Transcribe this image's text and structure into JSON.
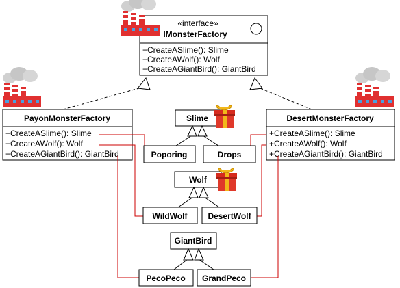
{
  "interface": {
    "stereotype": "«interface»",
    "name": "IMonsterFactory",
    "methods": [
      "+CreateASlime(): Slime",
      "+CreateAWolf(): Wolf",
      "+CreateAGiantBird(): GiantBird"
    ]
  },
  "payon": {
    "name": "PayonMonsterFactory",
    "methods": [
      "+CreateASlime(): Slime",
      "+CreateAWolf(): Wolf",
      "+CreateAGiantBird(): GiantBird"
    ]
  },
  "desert": {
    "name": "DesertMonsterFactory",
    "methods": [
      "+CreateASlime(): Slime",
      "+CreateAWolf(): Wolf",
      "+CreateAGiantBird(): GiantBird"
    ]
  },
  "products": {
    "slime": "Slime",
    "poporing": "Poporing",
    "drops": "Drops",
    "wolf": "Wolf",
    "wildwolf": "WildWolf",
    "desertwolf": "DesertWolf",
    "giantbird": "GiantBird",
    "pecopeco": "PecoPeco",
    "grandpeco": "GrandPeco"
  },
  "colors": {
    "line_red": "#cc0000",
    "factory_red": "#e03030",
    "smoke": "#cfcfcf",
    "gift_red": "#d62b1e",
    "gift_gold": "#f2b81a"
  },
  "icons": [
    "factory-icon",
    "gift-icon",
    "interface-circle-icon"
  ]
}
